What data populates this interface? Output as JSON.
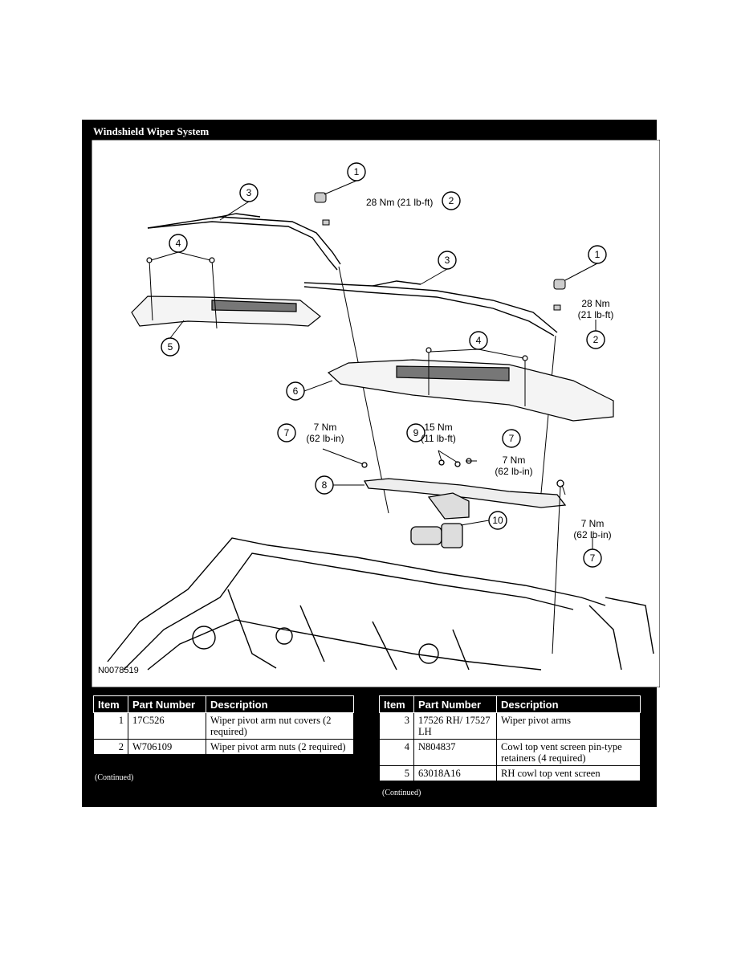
{
  "panel": {
    "title": "Windshield Wiper System",
    "figure_number": "N0078519"
  },
  "callouts": {
    "c1a": "1",
    "c2a": "2",
    "c3a": "3",
    "c4a": "4",
    "c5": "5",
    "c3b": "3",
    "c1b": "1",
    "c2b": "2",
    "c4b": "4",
    "c6": "6",
    "c7a": "7",
    "c9": "9",
    "c7b": "7",
    "c8": "8",
    "c10": "10",
    "c7c": "7"
  },
  "torque": {
    "t2a": "28 Nm (21 lb-ft)",
    "t2b_line1": "28 Nm",
    "t2b_line2": "(21 lb-ft)",
    "t7a_line1": "7 Nm",
    "t7a_line2": "(62 lb-in)",
    "t9_line1": "15 Nm",
    "t9_line2": "(11 lb-ft)",
    "t7b_line1": "7 Nm",
    "t7b_line2": "(62 lb-in)",
    "t7c_line1": "7 Nm",
    "t7c_line2": "(62 lb-in)"
  },
  "table_headers": {
    "item": "Item",
    "part_number": "Part Number",
    "description": "Description"
  },
  "left_table": {
    "rows": [
      {
        "item": "1",
        "part_number": "17C526",
        "description": "Wiper pivot arm nut covers (2 required)"
      },
      {
        "item": "2",
        "part_number": "W706109",
        "description": "Wiper pivot arm nuts (2 required)"
      }
    ],
    "continued": "(Continued)"
  },
  "right_table": {
    "rows": [
      {
        "item": "3",
        "part_number": "17526 RH/ 17527 LH",
        "description": "Wiper pivot arms"
      },
      {
        "item": "4",
        "part_number": "N804837",
        "description": "Cowl top vent screen pin-type retainers (4 required)"
      },
      {
        "item": "5",
        "part_number": "63018A16",
        "description": "RH cowl top vent screen"
      }
    ],
    "continued": "(Continued)"
  }
}
